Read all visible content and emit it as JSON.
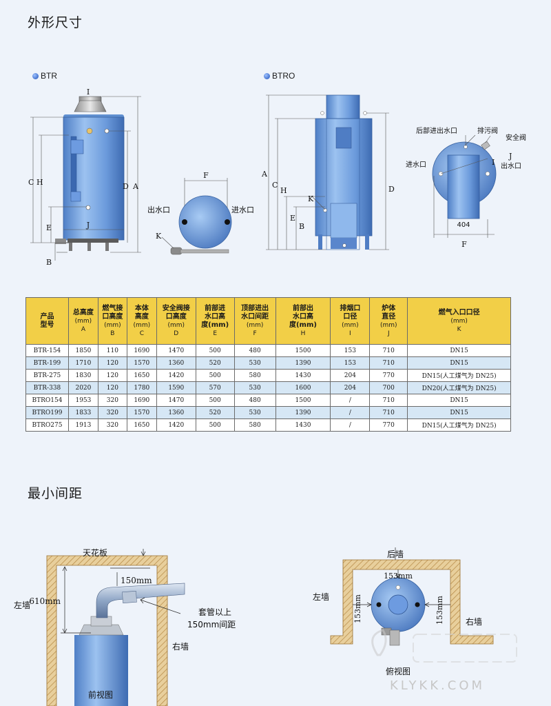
{
  "sections": {
    "dimensions_title": "外形尺寸",
    "clearance_title": "最小间距"
  },
  "models": {
    "btr": "BTR",
    "btro": "BTRO"
  },
  "btr_diagram": {
    "letters": {
      "I": "I",
      "C": "C",
      "H": "H",
      "D": "D",
      "A": "A",
      "E": "E",
      "J": "J",
      "B": "B",
      "F": "F",
      "K": "K"
    },
    "outlet": "出水口",
    "inlet": "进水口"
  },
  "btro_diagram": {
    "letters": {
      "A": "A",
      "C": "C",
      "H": "H",
      "D": "D",
      "K": "K",
      "E": "E",
      "B": "B",
      "J": "J",
      "I": "I",
      "F": "F"
    },
    "rear_inlet": "后部进出水口",
    "drain_valve": "排污阀",
    "safety_valve": "安全阀",
    "inlet": "进水口",
    "outlet": "出水口",
    "width_404": "404"
  },
  "table": {
    "headers": [
      {
        "line1": "产品",
        "line2": "型号",
        "unit": ""
      },
      {
        "line1": "总高度",
        "line2": "",
        "unit": "(mm)",
        "code": "A"
      },
      {
        "line1": "燃气接",
        "line2": "口高度",
        "unit": "(mm)",
        "code": "B"
      },
      {
        "line1": "本体",
        "line2": "高度",
        "unit": "(mm)",
        "code": "C"
      },
      {
        "line1": "安全阀接",
        "line2": "口高度",
        "unit": "(mm)",
        "code": "D"
      },
      {
        "line1": "前部进",
        "line2": "水口高",
        "line3": "度(mm)",
        "code": "E"
      },
      {
        "line1": "顶部进出",
        "line2": "水口间距",
        "unit": "(mm)",
        "code": "F"
      },
      {
        "line1": "前部出",
        "line2": "水口高",
        "line3": "度(mm)",
        "code": "H"
      },
      {
        "line1": "排烟口",
        "line2": "口径",
        "unit": "(mm)",
        "code": "I"
      },
      {
        "line1": "炉体",
        "line2": "直径",
        "unit": "(mm)",
        "code": "J"
      },
      {
        "line1": "燃气入口口径",
        "line2": "",
        "unit": "(mm)",
        "code": "K"
      }
    ],
    "rows": [
      [
        "BTR-154",
        "1850",
        "110",
        "1690",
        "1470",
        "500",
        "480",
        "1500",
        "153",
        "710",
        "DN15"
      ],
      [
        "BTR-199",
        "1710",
        "120",
        "1570",
        "1360",
        "520",
        "530",
        "1390",
        "153",
        "710",
        "DN15"
      ],
      [
        "BTR-275",
        "1830",
        "120",
        "1650",
        "1420",
        "500",
        "580",
        "1430",
        "204",
        "770",
        "DN15(人工煤气为 DN25)"
      ],
      [
        "BTR-338",
        "2020",
        "120",
        "1780",
        "1590",
        "570",
        "530",
        "1600",
        "204",
        "700",
        "DN20(人工煤气为 DN25)"
      ],
      [
        "BTRO154",
        "1953",
        "320",
        "1690",
        "1470",
        "500",
        "480",
        "1500",
        "/",
        "710",
        "DN15"
      ],
      [
        "BTRO199",
        "1833",
        "320",
        "1570",
        "1360",
        "520",
        "530",
        "1390",
        "/",
        "710",
        "DN15"
      ],
      [
        "BTRO275",
        "1913",
        "320",
        "1650",
        "1420",
        "500",
        "580",
        "1430",
        "/",
        "770",
        "DN15(人工煤气为 DN25)"
      ]
    ]
  },
  "front_view": {
    "ceiling": "天花板",
    "left_wall": "左墙",
    "right_wall": "右墙",
    "height": "610mm",
    "gap": "150mm",
    "note_line1": "套管以上",
    "note_line2": "150mm间距",
    "caption": "前视图"
  },
  "top_view": {
    "back_wall": "后墙",
    "left_wall": "左墙",
    "right_wall": "右墙",
    "gap_top": "153mm",
    "gap_left": "153mm",
    "gap_right": "153mm",
    "caption": "俯视图"
  },
  "watermark": {
    "url": "KLYKK.COM"
  },
  "colors": {
    "tank_blue": "#6f9fdc",
    "tank_dark": "#3f6fb8",
    "header_yellow": "#f2cf47",
    "row_blue": "#d6e7f5",
    "wall_hatch": "#c8a062"
  }
}
